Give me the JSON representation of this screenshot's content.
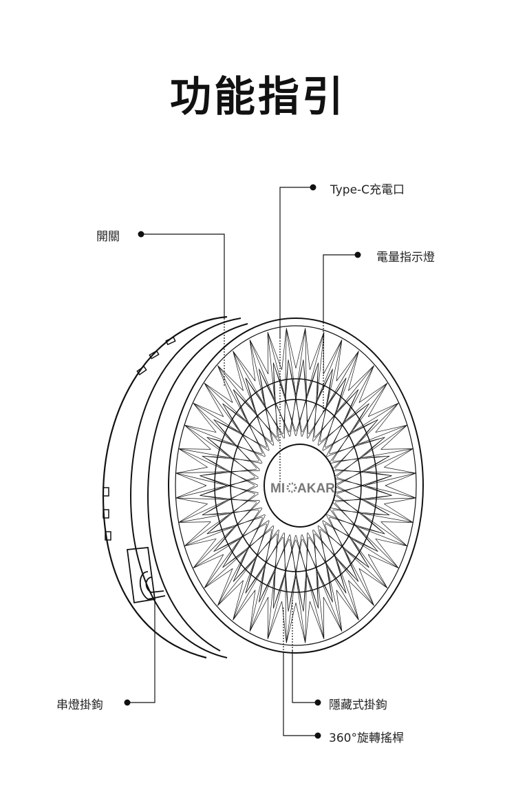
{
  "title": "功能指引",
  "product": {
    "logo_left": "MI",
    "logo_right": "AKAR"
  },
  "callouts": {
    "type_c": "Type-C充電口",
    "switch": "開關",
    "battery_indicator": "電量指示燈",
    "string_light_hook": "串燈掛鉤",
    "hidden_hook": "隱藏式掛鉤",
    "rotating_stand": "360°旋轉搖桿"
  }
}
